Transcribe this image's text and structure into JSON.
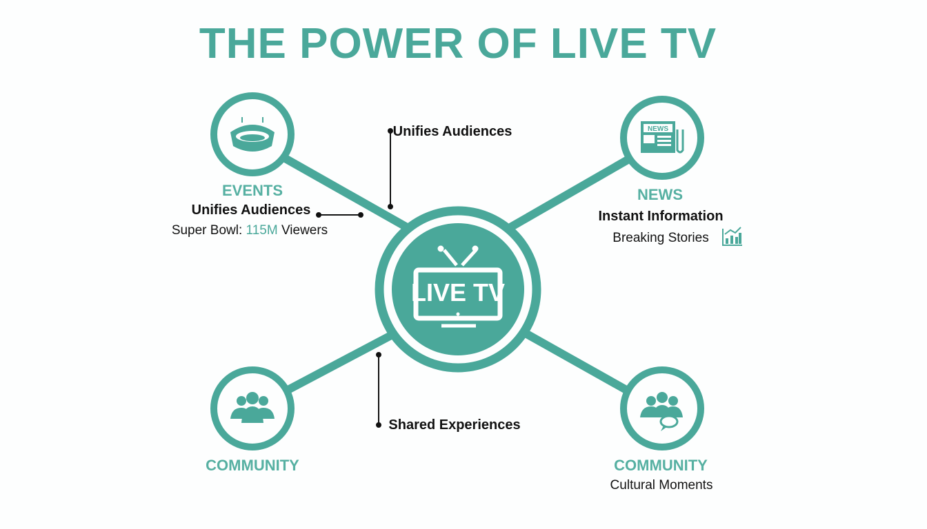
{
  "title": "THE POWER OF LIVE TV",
  "colors": {
    "accent": "#4aa89a",
    "text": "#111111",
    "background": "#fdfefe"
  },
  "center": {
    "label": "LIVE TV",
    "icon": "television-icon"
  },
  "nodes": {
    "events": {
      "icon": "stadium-icon",
      "heading": "EVENTS",
      "subheading": "Unifies Audiences",
      "detail_prefix": "Super Bowl: ",
      "detail_value": "115M",
      "detail_suffix": " Viewers"
    },
    "news": {
      "icon": "newspaper-icon",
      "icon_text": "NEWS",
      "heading": "NEWS",
      "subheading": "Instant Information",
      "detail": "Breaking Stories",
      "detail_icon": "bar-chart-icon"
    },
    "community_left": {
      "icon": "group-icon",
      "heading": "COMMUNITY"
    },
    "community_right": {
      "icon": "group-chat-icon",
      "heading": "COMMUNITY",
      "detail": "Cultural Moments"
    }
  },
  "callouts": {
    "top": "Unifies Audiences",
    "bottom": "Shared Experiences"
  }
}
